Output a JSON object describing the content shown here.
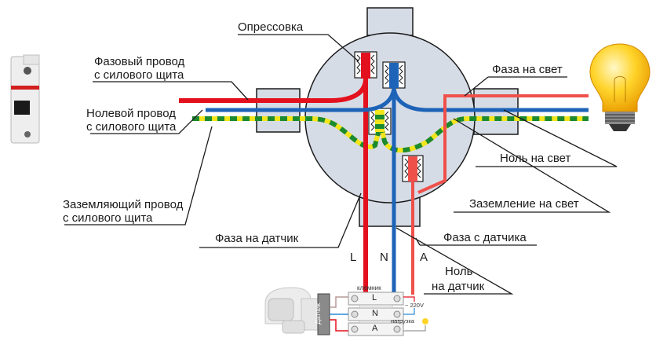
{
  "labels": {
    "phase_from_panel": [
      "Фазовый провод",
      "с силового щита"
    ],
    "neutral_from_panel": [
      "Нолевой провод",
      "с силового щита"
    ],
    "ground_from_panel": [
      "Заземляющий провод",
      "с силового щита"
    ],
    "crimping": "Опрессовка",
    "phase_to_light": "Фаза на свет",
    "neutral_to_light": "Ноль на свет",
    "ground_to_light": "Заземление на свет",
    "phase_to_sensor": "Фаза на датчик",
    "phase_from_sensor": "Фаза с датчика",
    "neutral_to_sensor": [
      "Ноль",
      "на датчик"
    ],
    "wire_L": "L",
    "wire_N": "N",
    "wire_A": "A"
  },
  "terminal_block": {
    "title": "клемник",
    "sensor_label": "Датчик",
    "terminals": [
      "L",
      "N",
      "A"
    ],
    "supply_note": "~ 220V",
    "load_note": "нагрузка"
  },
  "icons": {
    "breaker": "circuit-breaker-icon",
    "lamp": "light-bulb-icon",
    "sensor": "motion-sensor-icon"
  },
  "colors": {
    "phase": "#e3101e",
    "phase_light": "#f0504a",
    "neutral": "#1d63b7",
    "ground_green": "#1c8a2e",
    "ground_yellow": "#f2e51c",
    "box_fill": "#d6dce6",
    "outline": "#1a1a1a"
  }
}
